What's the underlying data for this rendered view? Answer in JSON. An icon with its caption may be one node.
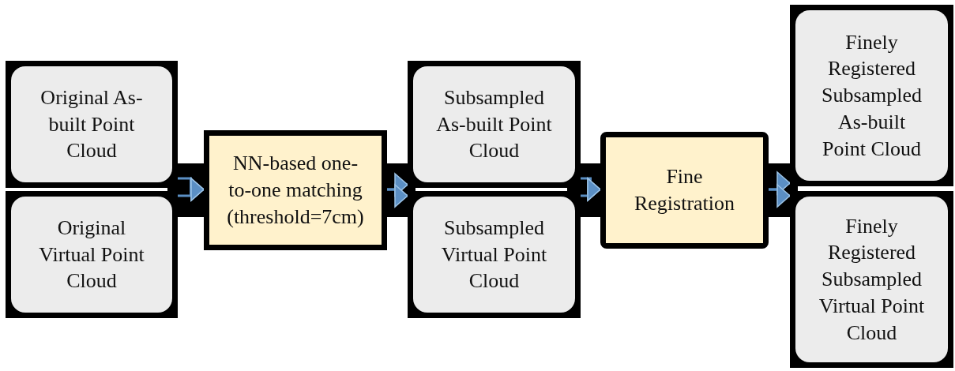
{
  "diagram": {
    "nodes": [
      {
        "text": [
          "Original As-built Point Cloud"
        ]
      },
      {
        "text": [
          "Original Virtual Point Cloud"
        ]
      },
      {
        "text": [
          "NN-based one-to-one matching (threshold=7cm)"
        ]
      },
      {
        "text": [
          "Subsampled As-built Point Cloud"
        ]
      },
      {
        "text": [
          "Subsampled Virtual Point Cloud"
        ]
      },
      {
        "text": [
          "Fine Registration"
        ]
      },
      {
        "text": [
          "Finely Registered Subsampled As-built Point Cloud"
        ]
      },
      {
        "text": [
          "Finely Registered Subsampled Virtual Point Cloud"
        ]
      }
    ],
    "edges": [
      {
        "from": 0,
        "to": 2,
        "arrow": "to"
      },
      {
        "from": 1,
        "to": 2,
        "arrow": "to"
      },
      {
        "from": 2,
        "to": 3,
        "arrow": "to"
      },
      {
        "from": 2,
        "to": 4,
        "arrow": "to"
      },
      {
        "from": 3,
        "to": 5,
        "arrow": "to"
      },
      {
        "from": 4,
        "to": 5,
        "arrow": "to"
      },
      {
        "from": 5,
        "to": 6,
        "arrow": "to"
      },
      {
        "from": 5,
        "to": 7,
        "arrow": "to"
      }
    ]
  }
}
